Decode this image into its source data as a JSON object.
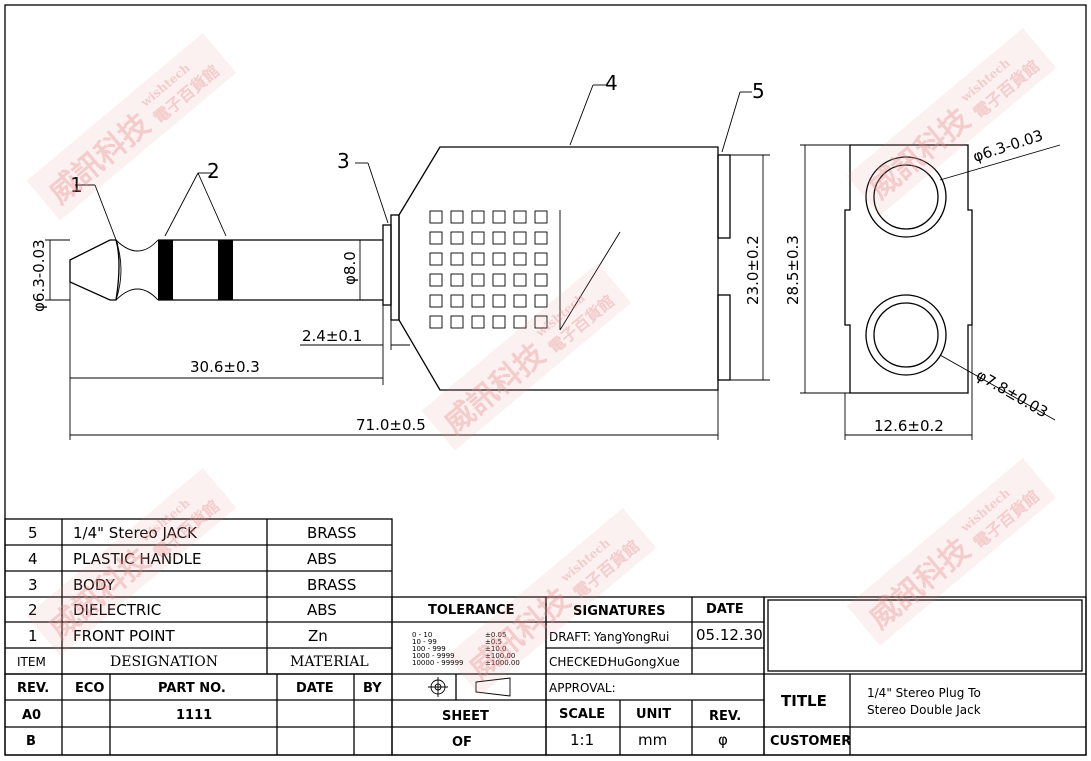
{
  "callouts": [
    "1",
    "2",
    "3",
    "4",
    "5"
  ],
  "dimensions": {
    "plug_dia": "φ6.3-0.03",
    "shaft_dia": "φ8.0",
    "flange": "2.4±0.1",
    "plug_len": "30.6±0.3",
    "total_len": "71.0±0.5",
    "body_h": "23.0±0.2",
    "end_h": "28.5±0.3",
    "jack_top_dia": "φ6.3-0.03",
    "jack_bot_dia": "φ7.8±0.03",
    "end_w": "12.6±0.2"
  },
  "bom": {
    "rows": [
      {
        "no": "5",
        "designation": "1/4\" Stereo JACK",
        "material": "BRASS"
      },
      {
        "no": "4",
        "designation": "PLASTIC  HANDLE",
        "material": "ABS"
      },
      {
        "no": "3",
        "designation": "BODY",
        "material": "BRASS"
      },
      {
        "no": "2",
        "designation": "DIELECTRIC",
        "material": "ABS"
      },
      {
        "no": "1",
        "designation": "FRONT  POINT",
        "material": "Zn"
      }
    ],
    "header": {
      "item": "ITEM",
      "designation": "DESIGNATION",
      "material": "MATERIAL"
    }
  },
  "rev": {
    "headers": {
      "rev": "REV.",
      "eco": "ECO",
      "part": "PART NO.",
      "date": "DATE",
      "by": "BY"
    },
    "rows": [
      {
        "rev": "A0",
        "part": "1111"
      },
      {
        "rev": "B",
        "part": ""
      }
    ]
  },
  "tolerance": {
    "title": "TOLERANCE",
    "lines": [
      {
        "range": "0  -  10",
        "tol": "±0.05"
      },
      {
        "range": "10  -  99",
        "tol": "±0.5"
      },
      {
        "range": "100  -  999",
        "tol": "±10.0"
      },
      {
        "range": "1000  -  9999",
        "tol": "±100.00"
      },
      {
        "range": "10000  -  99999",
        "tol": "±1000.00"
      }
    ]
  },
  "signatures": {
    "title": "SIGNATURES",
    "date_title": "DATE",
    "draft_label": "DRAFT:",
    "draft_name": "YangYongRui",
    "draft_date": "05.12.30",
    "checked_label": "CHECKED:",
    "checked_name": "HuGongXue",
    "approval_label": "APPROVAL:"
  },
  "sheet": {
    "sheet": "SHEET",
    "of": "OF",
    "scale_label": "SCALE",
    "scale": "1:1",
    "unit_label": "UNIT",
    "unit": "mm",
    "rev_label": "REV.",
    "rev": "φ"
  },
  "title_block": {
    "title_label": "TITLE",
    "title_line1": "1/4\" Stereo  Plug  To",
    "title_line2": "Stereo  Double  Jack",
    "customer_label": "CUSTOMER"
  },
  "watermark": {
    "cn": "威訊科技",
    "en": "wishtech",
    "cn2": "電子百貨館"
  }
}
